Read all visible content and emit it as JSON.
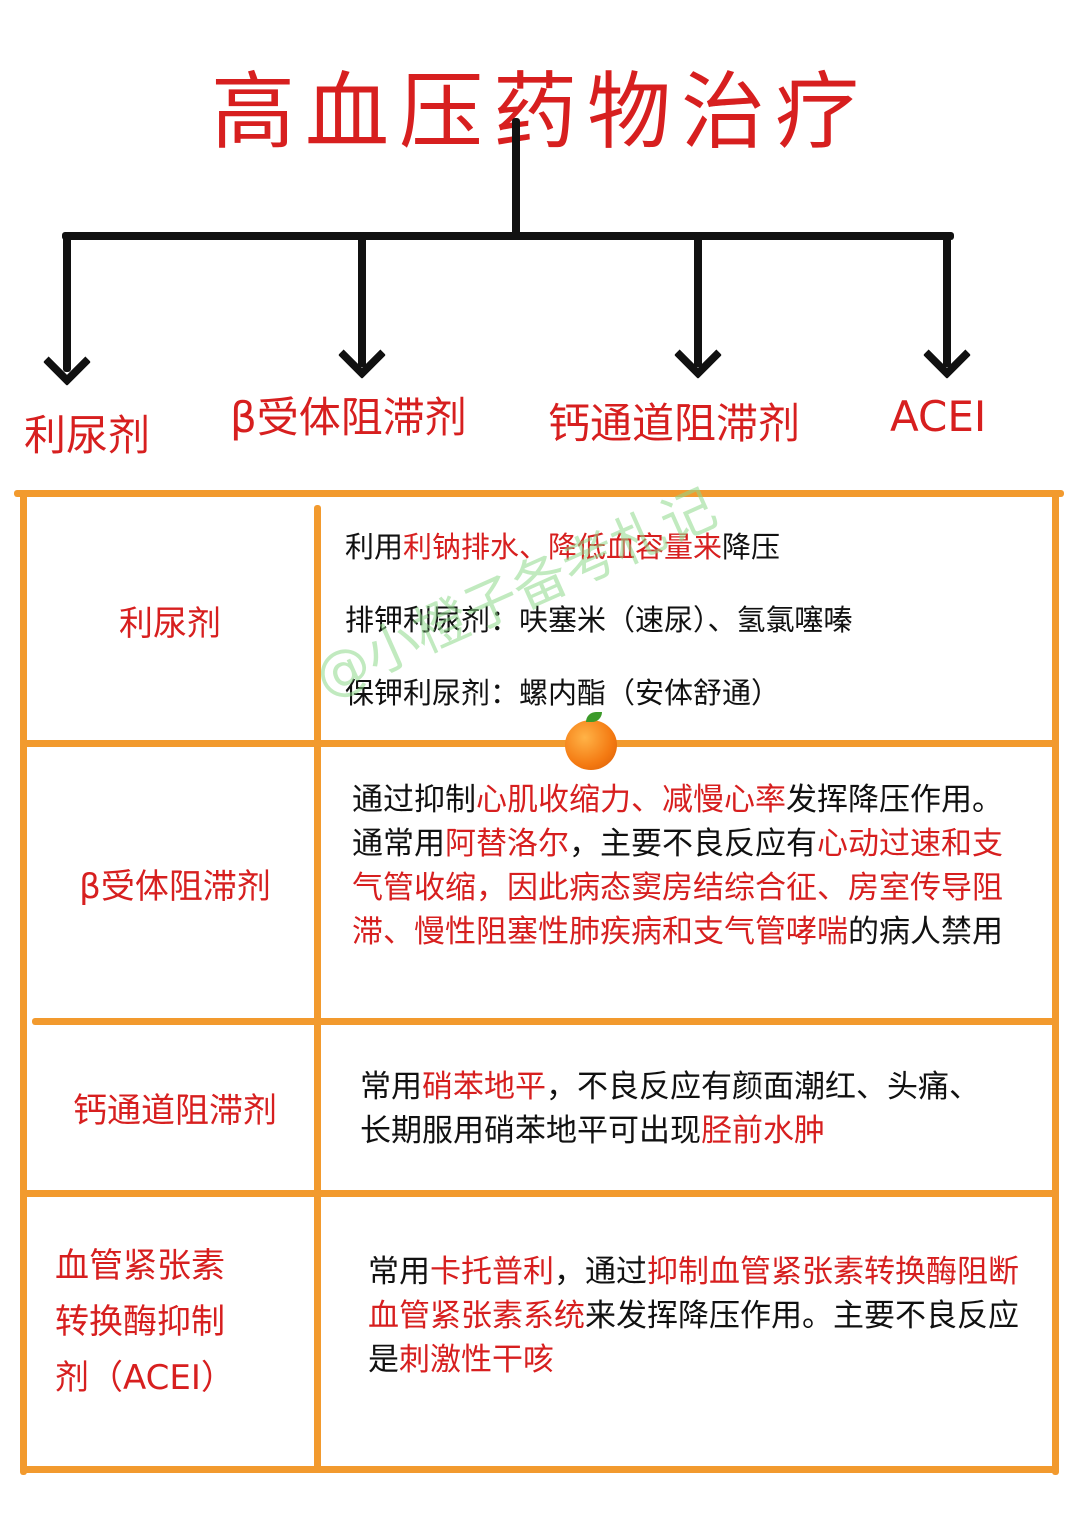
{
  "title": "高血压药物治疗",
  "branches": [
    {
      "label": "利尿剂"
    },
    {
      "label": "β受体阻滞剂"
    },
    {
      "label": "钙通道阻滞剂"
    },
    {
      "label": "ACEI"
    }
  ],
  "table": {
    "rows": [
      {
        "label": "利尿剂",
        "lines": [
          [
            {
              "t": "利用",
              "hl": false
            },
            {
              "t": "利钠排水、降低血容量来",
              "hl": true
            },
            {
              "t": "降压",
              "hl": false
            }
          ],
          [
            {
              "t": "排钾利尿剂：呋塞米（速尿）、氢氯噻嗪",
              "hl": false
            }
          ],
          [
            {
              "t": "保钾利尿剂：螺内酯（安体舒通）",
              "hl": false
            }
          ]
        ]
      },
      {
        "label": "β受体阻滞剂",
        "segments": [
          {
            "t": "通过抑制",
            "hl": false
          },
          {
            "t": "心肌收缩力、减慢心率",
            "hl": true
          },
          {
            "t": "发挥降压作用。通常用",
            "hl": false
          },
          {
            "t": "阿替洛尔",
            "hl": true
          },
          {
            "t": "，主要不良反应有",
            "hl": false
          },
          {
            "t": "心动过速和支气管收缩，因此病态窦房结综合征、房室传导阻滞、慢性阻塞性肺疾病和支气管哮喘",
            "hl": true
          },
          {
            "t": "的病人禁用",
            "hl": false
          }
        ]
      },
      {
        "label": "钙通道阻滞剂",
        "segments": [
          {
            "t": "常用",
            "hl": false
          },
          {
            "t": "硝苯地平",
            "hl": true
          },
          {
            "t": "，不良反应有颜面潮红、头痛、长期服用硝苯地平可出现",
            "hl": false
          },
          {
            "t": "胫前水肿",
            "hl": true
          }
        ]
      },
      {
        "label": "血管紧张素转换酶抑制剂（ACEI）",
        "label_lines": [
          "血管紧张素",
          "转换酶抑制",
          "剂（ACEI）"
        ],
        "segments": [
          {
            "t": "常用",
            "hl": false
          },
          {
            "t": "卡托普利",
            "hl": true
          },
          {
            "t": "，通过",
            "hl": false
          },
          {
            "t": "抑制血管紧张素转换酶阻断血管紧张素系统",
            "hl": true
          },
          {
            "t": "来发挥降压作用。主要不良反应是",
            "hl": false
          },
          {
            "t": "刺激性干咳",
            "hl": true
          }
        ]
      }
    ]
  },
  "watermark": "@小橙子备考札记",
  "colors": {
    "accent_red": "#d71f1f",
    "table_orange": "#f29a2e",
    "arrow_black": "#111111"
  }
}
